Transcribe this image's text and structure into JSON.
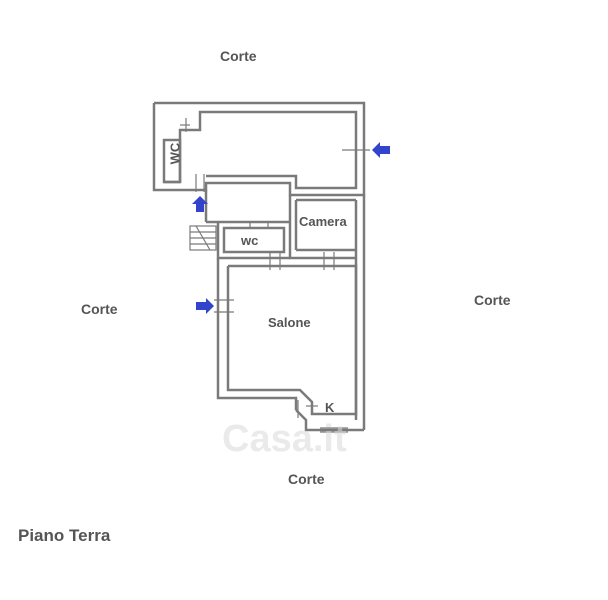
{
  "labels": {
    "corte_top": "Corte",
    "corte_left": "Corte",
    "corte_right": "Corte",
    "corte_bottom": "Corte",
    "wc_upper": "WC",
    "wc_lower": "wc",
    "camera": "Camera",
    "salone": "Salone",
    "kitchen": "K",
    "floor_title": "Piano Terra"
  },
  "watermark": "Casa.it",
  "colors": {
    "wall": "#7a7a7a",
    "arrow": "#3344cc",
    "text": "#555555"
  }
}
